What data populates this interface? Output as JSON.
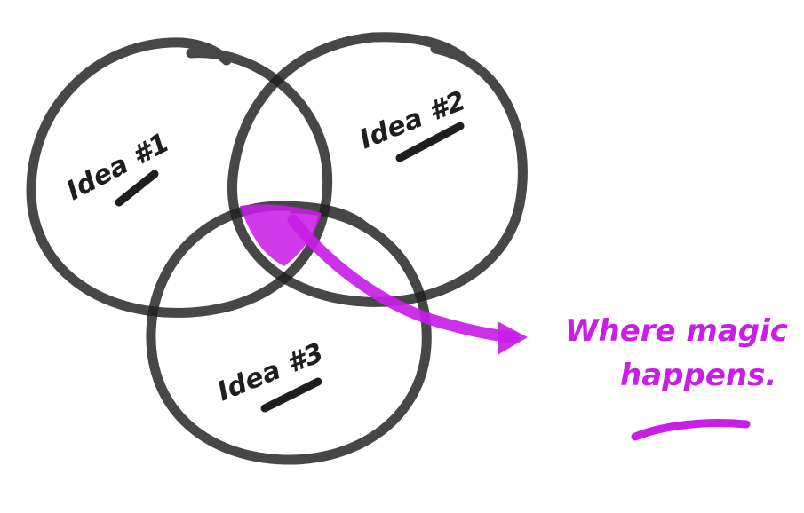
{
  "diagram": {
    "sets": [
      {
        "id": "idea-1",
        "label": "Idea #1"
      },
      {
        "id": "idea-2",
        "label": "Idea #2"
      },
      {
        "id": "idea-3",
        "label": "Idea #3"
      }
    ],
    "intersection_annotation": "Where magic happens.",
    "colors": {
      "ink": "#1e1e1e",
      "accent": "#c81ee6",
      "intersection_fill": "#c81ee6"
    }
  }
}
